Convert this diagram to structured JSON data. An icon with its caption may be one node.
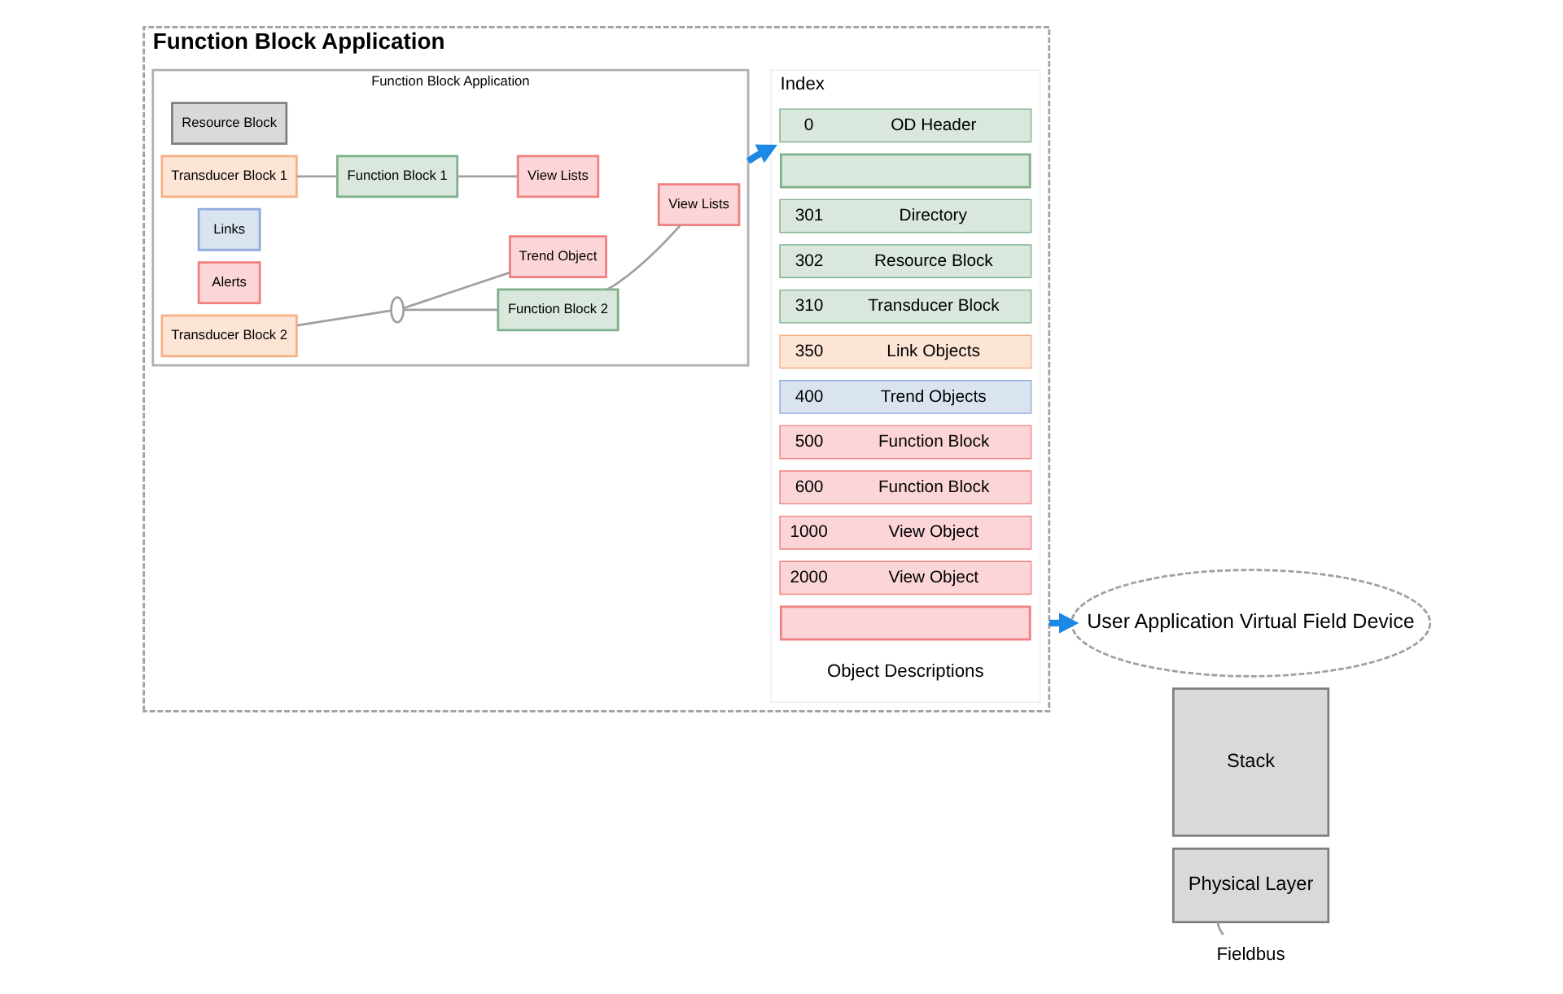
{
  "diagram": {
    "nodes": [
      {
        "text": [
          "Function Block Application"
        ]
      },
      {
        "text": [
          "Function Block Application"
        ],
        "in": 0
      },
      {
        "text": [
          "Resource Block"
        ],
        "in": 1
      },
      {
        "text": [
          "Transducer Block 1"
        ],
        "in": 1
      },
      {
        "text": [
          "Function Block 1"
        ],
        "in": 1
      },
      {
        "text": [
          "View Lists"
        ],
        "in": 1
      },
      {
        "text": [
          "Links"
        ],
        "in": 1
      },
      {
        "text": [
          "Alerts"
        ],
        "in": 1
      },
      {
        "text": [
          "Transducer Block 2"
        ],
        "in": 1
      },
      {
        "text": [],
        "shape": "circle",
        "in": 1
      },
      {
        "text": [
          "Function Block 2"
        ],
        "in": 1
      },
      {
        "text": [
          "Trend Object"
        ],
        "in": 1
      },
      {
        "text": [
          "View Lists"
        ],
        "in": 1
      },
      {
        "text": [
          "Index"
        ],
        "beside": [
          "Object Descriptions"
        ],
        "in": 0
      },
      {
        "text": [
          "0",
          "OD Header"
        ],
        "in": 13
      },
      {
        "text": [],
        "shape": "box",
        "in": 13
      },
      {
        "text": [
          "301",
          "Directory"
        ],
        "in": 13
      },
      {
        "text": [
          "302",
          "Resource Block"
        ],
        "in": 13
      },
      {
        "text": [
          "310",
          "Transducer Block"
        ],
        "in": 13
      },
      {
        "text": [
          "350",
          "Link Objects"
        ],
        "in": 13
      },
      {
        "text": [
          "400",
          "Trend Objects"
        ],
        "in": 13
      },
      {
        "text": [
          "500",
          "Function Block"
        ],
        "in": 13
      },
      {
        "text": [
          "600",
          "Function Block"
        ],
        "in": 13
      },
      {
        "text": [
          "1000",
          "View Object"
        ],
        "in": 13
      },
      {
        "text": [
          "2000",
          "View Object"
        ],
        "in": 13
      },
      {
        "text": [],
        "shape": "box",
        "in": 13
      },
      {
        "text": [
          "User Application Virtual Field Device"
        ]
      },
      {
        "text": [
          "Stack"
        ]
      },
      {
        "text": [
          "Physical Layer"
        ]
      },
      {
        "text": [
          "Fieldbus"
        ]
      }
    ],
    "edges": [
      {
        "from": 3,
        "to": 4,
        "arrow": "none"
      },
      {
        "from": 4,
        "to": 5,
        "arrow": "none"
      },
      {
        "from": 8,
        "to": 9,
        "arrow": "none"
      },
      {
        "from": 9,
        "to": 10,
        "arrow": "none"
      },
      {
        "from": 9,
        "to": 11,
        "arrow": "none"
      },
      {
        "from": 10,
        "to": 12,
        "arrow": "none"
      },
      {
        "from": 1,
        "to": 13,
        "arrow": "to",
        "style": "thick",
        "color": "#1e88e5"
      },
      {
        "from": 0,
        "to": 26,
        "arrow": "to",
        "style": "thick",
        "color": "#1e88e5"
      },
      {
        "from": 28,
        "to": 29,
        "arrow": "none"
      }
    ]
  }
}
